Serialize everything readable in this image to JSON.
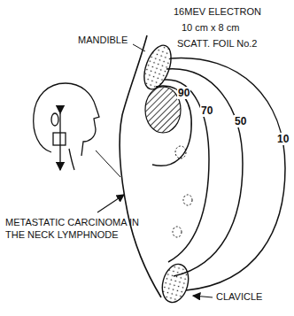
{
  "diagram": {
    "labels": [
      "16MEV ELECTRON",
      "10 cm x 8 cm",
      "SCATT. FOIL No.2",
      "MANDIBLE",
      "90",
      "70",
      "50",
      "10",
      "METASTATIC CARCINOMA IN THE NECK LYMPHNODE",
      "CLAVICLE"
    ]
  }
}
